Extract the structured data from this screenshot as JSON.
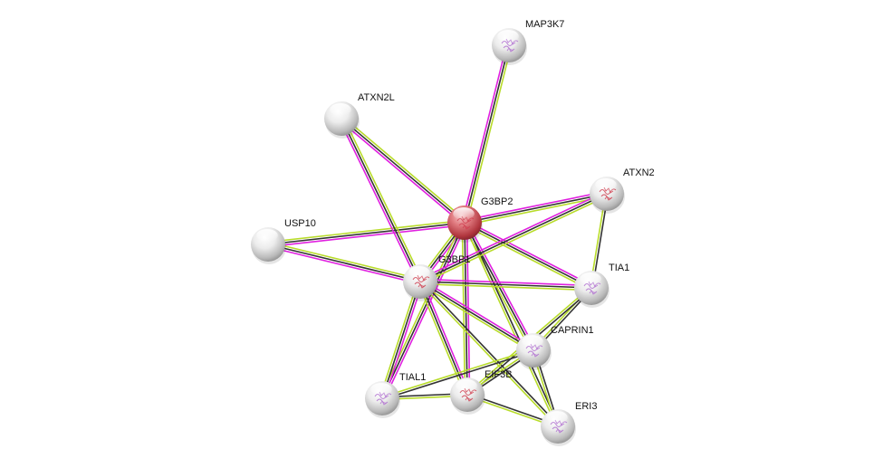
{
  "network": {
    "query_node": "G3BP2",
    "colors": {
      "query_node_fill": "#d9666c",
      "node_fill": "#e6e6e6",
      "experiments": "#e020e0",
      "coexpression": "#333333",
      "textmining": "#b8dc2a",
      "structure_glyph": "#b070d0",
      "structure_glyph_red": "#d04050"
    },
    "nodes": [
      {
        "id": "MAP3K7",
        "label": "MAP3K7",
        "query": false,
        "glyph": "purple"
      },
      {
        "id": "ATXN2L",
        "label": "ATXN2L",
        "query": false,
        "glyph": "none"
      },
      {
        "id": "ATXN2",
        "label": "ATXN2",
        "query": false,
        "glyph": "red"
      },
      {
        "id": "G3BP2",
        "label": "G3BP2",
        "query": true,
        "glyph": "red"
      },
      {
        "id": "USP10",
        "label": "USP10",
        "query": false,
        "glyph": "none"
      },
      {
        "id": "G3BP1",
        "label": "G3BP1",
        "query": false,
        "glyph": "red"
      },
      {
        "id": "TIA1",
        "label": "TIA1",
        "query": false,
        "glyph": "purple"
      },
      {
        "id": "CAPRIN1",
        "label": "CAPRIN1",
        "query": false,
        "glyph": "purple"
      },
      {
        "id": "TIAL1",
        "label": "TIAL1",
        "query": false,
        "glyph": "purple"
      },
      {
        "id": "EIF3B",
        "label": "EIF3B",
        "query": false,
        "glyph": "red"
      },
      {
        "id": "ERI3",
        "label": "ERI3",
        "query": false,
        "glyph": "purple"
      }
    ],
    "edges": [
      {
        "source": "G3BP2",
        "target": "MAP3K7",
        "types": [
          "experiments",
          "coexpression",
          "textmining"
        ]
      },
      {
        "source": "G3BP2",
        "target": "ATXN2L",
        "types": [
          "experiments",
          "coexpression",
          "textmining"
        ]
      },
      {
        "source": "G3BP2",
        "target": "ATXN2",
        "types": [
          "experiments",
          "coexpression",
          "textmining"
        ]
      },
      {
        "source": "G3BP2",
        "target": "USP10",
        "types": [
          "experiments",
          "coexpression",
          "textmining"
        ]
      },
      {
        "source": "G3BP2",
        "target": "G3BP1",
        "types": [
          "experiments",
          "coexpression",
          "textmining"
        ]
      },
      {
        "source": "G3BP2",
        "target": "TIA1",
        "types": [
          "experiments",
          "coexpression",
          "textmining"
        ]
      },
      {
        "source": "G3BP2",
        "target": "CAPRIN1",
        "types": [
          "experiments",
          "coexpression",
          "textmining"
        ]
      },
      {
        "source": "G3BP2",
        "target": "TIAL1",
        "types": [
          "experiments",
          "coexpression",
          "textmining"
        ]
      },
      {
        "source": "G3BP2",
        "target": "EIF3B",
        "types": [
          "experiments",
          "coexpression",
          "textmining"
        ]
      },
      {
        "source": "G3BP2",
        "target": "ERI3",
        "types": [
          "coexpression",
          "textmining"
        ]
      },
      {
        "source": "G3BP1",
        "target": "ATXN2L",
        "types": [
          "experiments",
          "coexpression",
          "textmining"
        ]
      },
      {
        "source": "G3BP1",
        "target": "ATXN2",
        "types": [
          "experiments",
          "coexpression",
          "textmining"
        ]
      },
      {
        "source": "G3BP1",
        "target": "USP10",
        "types": [
          "experiments",
          "coexpression",
          "textmining"
        ]
      },
      {
        "source": "G3BP1",
        "target": "TIA1",
        "types": [
          "experiments",
          "coexpression",
          "textmining"
        ]
      },
      {
        "source": "G3BP1",
        "target": "CAPRIN1",
        "types": [
          "experiments",
          "coexpression",
          "textmining"
        ]
      },
      {
        "source": "G3BP1",
        "target": "TIAL1",
        "types": [
          "experiments",
          "coexpression",
          "textmining"
        ]
      },
      {
        "source": "G3BP1",
        "target": "EIF3B",
        "types": [
          "experiments",
          "coexpression",
          "textmining"
        ]
      },
      {
        "source": "G3BP1",
        "target": "ERI3",
        "types": [
          "coexpression",
          "textmining"
        ]
      },
      {
        "source": "ATXN2",
        "target": "TIA1",
        "types": [
          "coexpression",
          "textmining"
        ]
      },
      {
        "source": "TIA1",
        "target": "CAPRIN1",
        "types": [
          "coexpression",
          "textmining"
        ]
      },
      {
        "source": "TIA1",
        "target": "EIF3B",
        "types": [
          "coexpression",
          "textmining"
        ]
      },
      {
        "source": "CAPRIN1",
        "target": "ERI3",
        "types": [
          "coexpression",
          "textmining"
        ]
      },
      {
        "source": "CAPRIN1",
        "target": "TIAL1",
        "types": [
          "coexpression",
          "textmining"
        ]
      },
      {
        "source": "CAPRIN1",
        "target": "EIF3B",
        "types": [
          "coexpression",
          "textmining"
        ]
      },
      {
        "source": "TIAL1",
        "target": "EIF3B",
        "types": [
          "coexpression",
          "textmining"
        ]
      },
      {
        "source": "EIF3B",
        "target": "ERI3",
        "types": [
          "coexpression",
          "textmining"
        ]
      }
    ]
  }
}
